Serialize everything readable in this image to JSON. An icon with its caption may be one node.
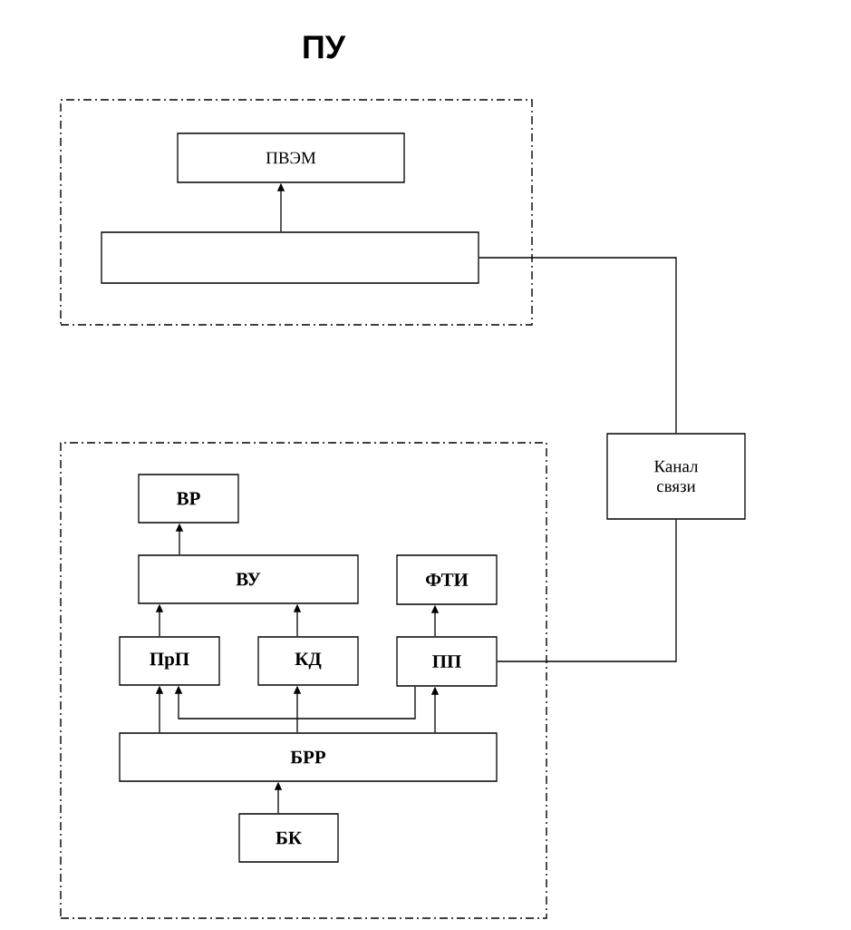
{
  "diagram": {
    "nodes": [
      {
        "text": [
          "ПУ"
        ]
      },
      {
        "text": [
          "ПВЭМ"
        ],
        "in": 0
      },
      {
        "text": [],
        "shape": "box",
        "in": 0
      },
      {
        "text": [],
        "shape": "box"
      },
      {
        "text": [
          "Канал связи"
        ]
      },
      {
        "text": [
          "ВР"
        ],
        "in": 3
      },
      {
        "text": [
          "ВУ"
        ],
        "in": 3
      },
      {
        "text": [
          "ФТИ"
        ],
        "in": 3
      },
      {
        "text": [
          "ПрП"
        ],
        "in": 3
      },
      {
        "text": [
          "КД"
        ],
        "in": 3
      },
      {
        "text": [
          "ПП"
        ],
        "in": 3
      },
      {
        "text": [
          "БРР"
        ],
        "in": 3
      },
      {
        "text": [
          "БК"
        ],
        "in": 3
      }
    ],
    "edges": [
      {
        "from": 2,
        "to": 1,
        "arrow": "to"
      },
      {
        "from": 2,
        "to": 4,
        "arrow": "none"
      },
      {
        "from": 4,
        "to": 10,
        "arrow": "none"
      },
      {
        "from": 6,
        "to": 5,
        "arrow": "to"
      },
      {
        "from": 8,
        "to": 6,
        "arrow": "to"
      },
      {
        "from": 9,
        "to": 6,
        "arrow": "to"
      },
      {
        "from": 10,
        "to": 7,
        "arrow": "to"
      },
      {
        "from": 11,
        "to": 8,
        "arrow": "to"
      },
      {
        "from": 10,
        "to": 8,
        "arrow": "to"
      },
      {
        "from": 11,
        "to": 9,
        "arrow": "to"
      },
      {
        "from": 11,
        "to": 10,
        "arrow": "to"
      },
      {
        "from": 12,
        "to": 11,
        "arrow": "to"
      }
    ]
  }
}
